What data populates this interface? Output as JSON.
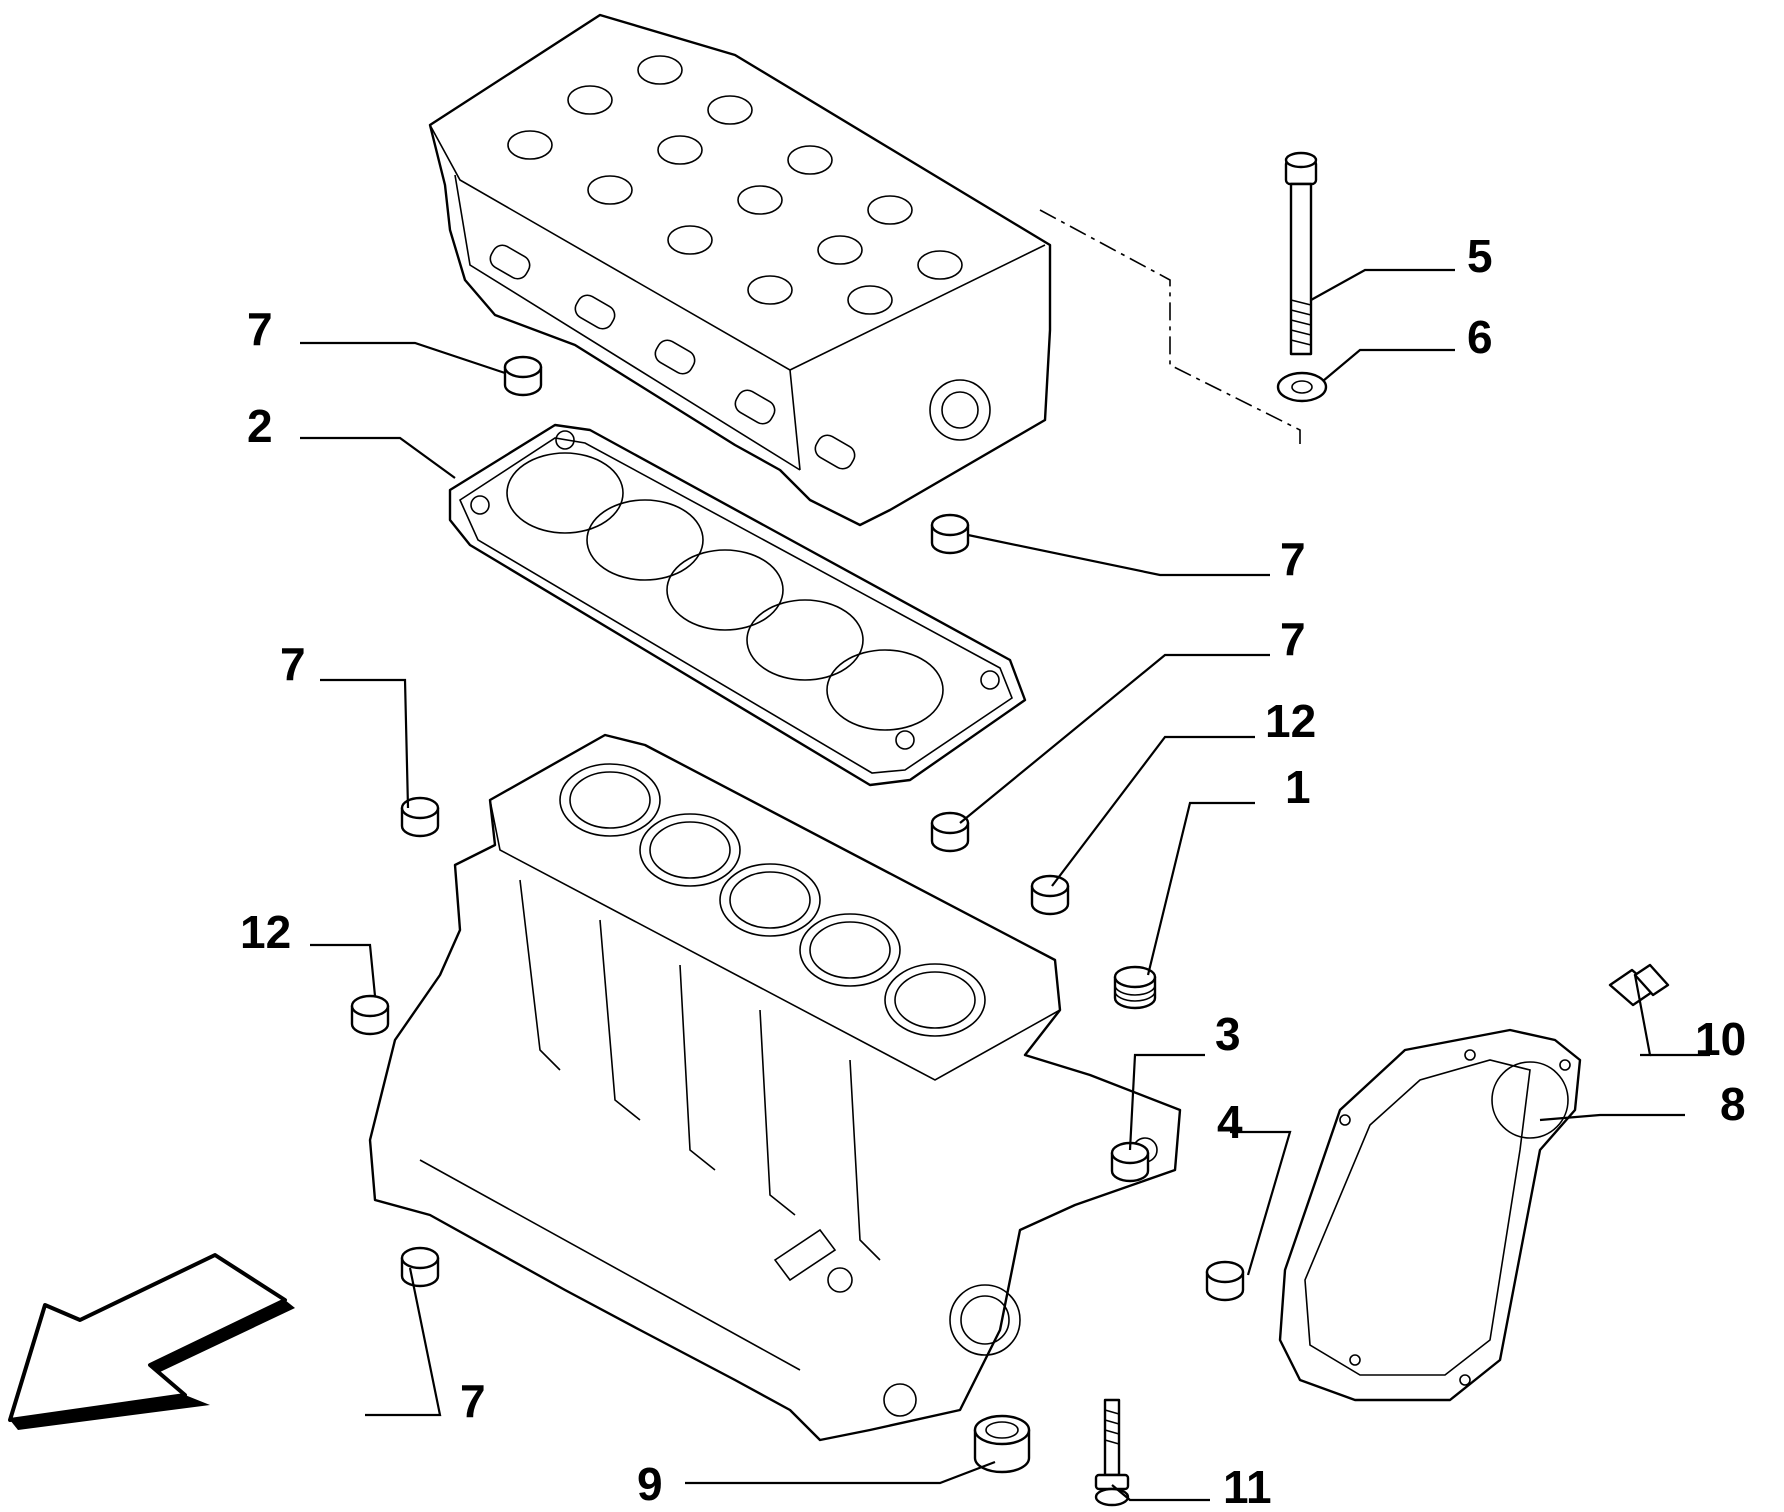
{
  "callouts": {
    "c1": "1",
    "c2": "2",
    "c3": "3",
    "c4": "4",
    "c5": "5",
    "c6": "6",
    "c7a": "7",
    "c7b": "7",
    "c7c": "7",
    "c7d": "7",
    "c7e": "7",
    "c8": "8",
    "c9": "9",
    "c10": "10",
    "c11": "11",
    "c12a": "12",
    "c12b": "12"
  },
  "colors": {
    "line": "#000000",
    "background": "#ffffff"
  }
}
